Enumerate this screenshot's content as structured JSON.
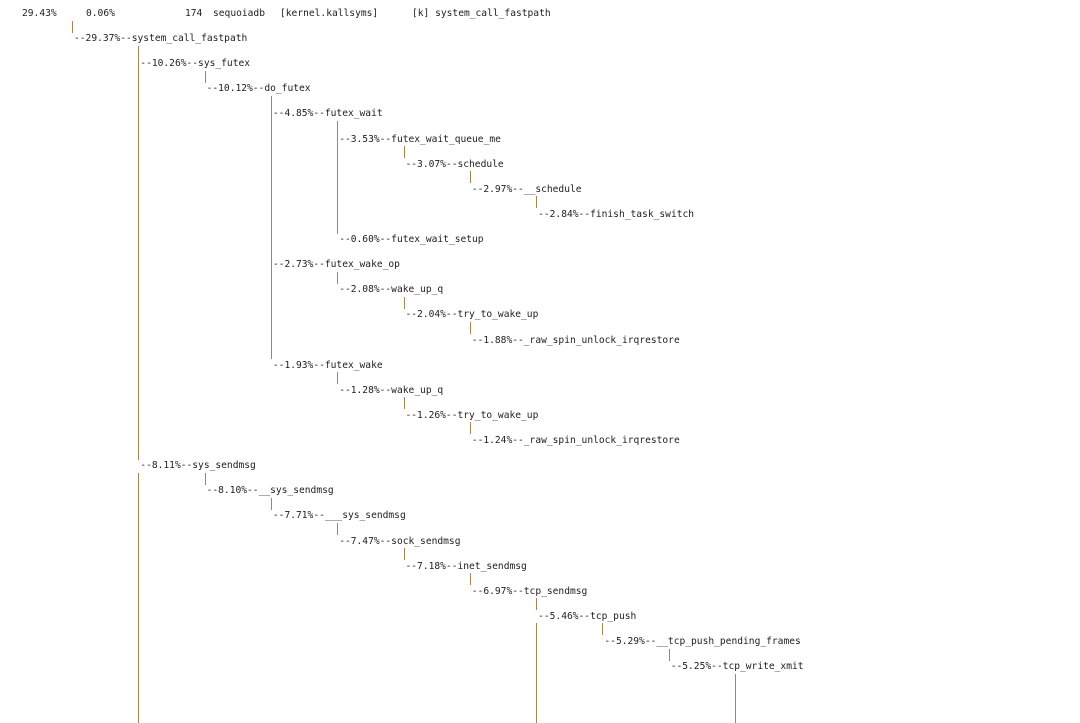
{
  "header": {
    "children_pct": "29.43%",
    "self_pct": "0.06%",
    "samples": "174",
    "command": "sequoiadb",
    "dso": "[kernel.kallsyms]",
    "symbol": "[k] system_call_fastpath"
  },
  "tree": [
    {
      "depth": 0,
      "pct": "29.37%",
      "name": "system_call_fastpath"
    },
    {
      "depth": 1,
      "pct": "10.26%",
      "name": "sys_futex"
    },
    {
      "depth": 2,
      "pct": "10.12%",
      "name": "do_futex"
    },
    {
      "depth": 3,
      "pct": "4.85%",
      "name": "futex_wait"
    },
    {
      "depth": 4,
      "pct": "3.53%",
      "name": "futex_wait_queue_me"
    },
    {
      "depth": 5,
      "pct": "3.07%",
      "name": "schedule"
    },
    {
      "depth": 6,
      "pct": "2.97%",
      "name": "__schedule"
    },
    {
      "depth": 7,
      "pct": "2.84%",
      "name": "finish_task_switch"
    },
    {
      "depth": 4,
      "pct": "0.60%",
      "name": "futex_wait_setup"
    },
    {
      "depth": 3,
      "pct": "2.73%",
      "name": "futex_wake_op"
    },
    {
      "depth": 4,
      "pct": "2.08%",
      "name": "wake_up_q"
    },
    {
      "depth": 5,
      "pct": "2.04%",
      "name": "try_to_wake_up"
    },
    {
      "depth": 6,
      "pct": "1.88%",
      "name": "_raw_spin_unlock_irqrestore"
    },
    {
      "depth": 3,
      "pct": "1.93%",
      "name": "futex_wake"
    },
    {
      "depth": 4,
      "pct": "1.28%",
      "name": "wake_up_q"
    },
    {
      "depth": 5,
      "pct": "1.26%",
      "name": "try_to_wake_up"
    },
    {
      "depth": 6,
      "pct": "1.24%",
      "name": "_raw_spin_unlock_irqrestore"
    },
    {
      "depth": 1,
      "pct": "8.11%",
      "name": "sys_sendmsg"
    },
    {
      "depth": 2,
      "pct": "8.10%",
      "name": "__sys_sendmsg"
    },
    {
      "depth": 3,
      "pct": "7.71%",
      "name": "___sys_sendmsg"
    },
    {
      "depth": 4,
      "pct": "7.47%",
      "name": "sock_sendmsg"
    },
    {
      "depth": 5,
      "pct": "7.18%",
      "name": "inet_sendmsg"
    },
    {
      "depth": 6,
      "pct": "6.97%",
      "name": "tcp_sendmsg"
    },
    {
      "depth": 7,
      "pct": "5.46%",
      "name": "tcp_push"
    },
    {
      "depth": 8,
      "pct": "5.29%",
      "name": "__tcp_push_pending_frames"
    },
    {
      "depth": 9,
      "pct": "5.25%",
      "name": "tcp_write_xmit"
    }
  ]
}
